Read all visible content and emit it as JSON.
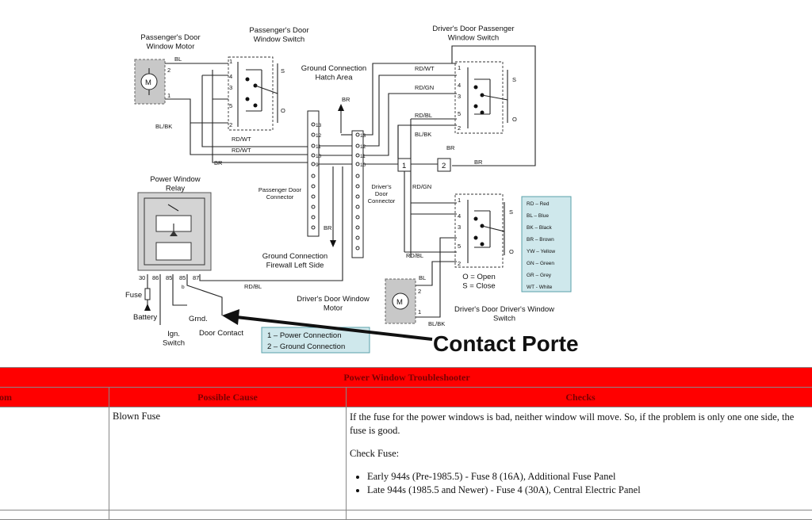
{
  "diagram": {
    "passenger_motor": "Passenger's Door\nWindow Motor",
    "passenger_switch": "Passenger's Door\nWindow Switch",
    "driver_pass_switch": "Driver's Door Passenger\nWindow Switch",
    "ground_hatch": "Ground Connection\nHatch Area",
    "passenger_connector": "Passenger Door\nConnector",
    "driver_connector": "Driver's\nDoor\nConnector",
    "ground_firewall": "Ground Connection\nFirewall Left Side",
    "relay": "Power Window\nRelay",
    "driver_motor": "Driver's Door Window\nMotor",
    "driver_driver_switch": "Driver's Door Driver's  Window\nSwitch",
    "open_close": "O = Open\nS = Close",
    "fuse": "Fuse",
    "battery": "Battery",
    "ign_switch": "Ign.\nSwitch",
    "grnd": "Grnd.",
    "door_contact": "Door Contact",
    "relay_pins": [
      "30",
      "86",
      "85",
      "85",
      "87"
    ],
    "relay_pin_b": "b",
    "wires": {
      "bl": "BL",
      "bl_bk": "BL/BK",
      "rd_wt": "RD/WT",
      "br": "BR",
      "rd_gn": "RD/GN",
      "rd_bl": "RD/BL"
    },
    "pass_conn_pins": [
      "13",
      "12",
      "11",
      "10",
      "9"
    ],
    "drv_conn_pins": [
      "13",
      "12",
      "11",
      "10"
    ],
    "switch_pins": [
      "1",
      "4",
      "3",
      "5",
      "2"
    ],
    "motor_pins": [
      "2",
      "1"
    ],
    "switch_letters": [
      "S",
      "O"
    ],
    "junctions": [
      "1",
      "2"
    ],
    "color_legend": [
      "RD – Red",
      "BL – Blue",
      "BK – Black",
      "BR – Brown",
      "YW – Yellow",
      "GN – Green",
      "GR – Grey",
      "WT - White"
    ],
    "connection_legend": [
      "1 – Power Connection",
      "2 – Ground Connection"
    ],
    "annotation": "Contact Porte",
    "colors": {
      "legend_bg": "#cfe8ec",
      "legend_border": "#5aa0aa",
      "relay_bg": "#d4d4d4",
      "motor_bg": "#c8c8c8"
    }
  },
  "table": {
    "title": "Power Window Troubleshooter",
    "headers": [
      "om",
      "Possible Cause",
      "Checks"
    ],
    "row": {
      "cause": "Blown Fuse",
      "check_p1": "If the fuse for the power windows is bad, neither window will move. So, if the problem is only one one side, the fuse is good.",
      "check_p2": "Check Fuse:",
      "check_items": [
        "Early 944s (Pre-1985.5) - Fuse 8 (16A), Additional Fuse Panel",
        "Late 944s (1985.5 and Newer) - Fuse 4 (30A), Central Electric Panel"
      ]
    },
    "colors": {
      "header_bg": "#ff0000",
      "header_text": "#7a0000"
    }
  }
}
